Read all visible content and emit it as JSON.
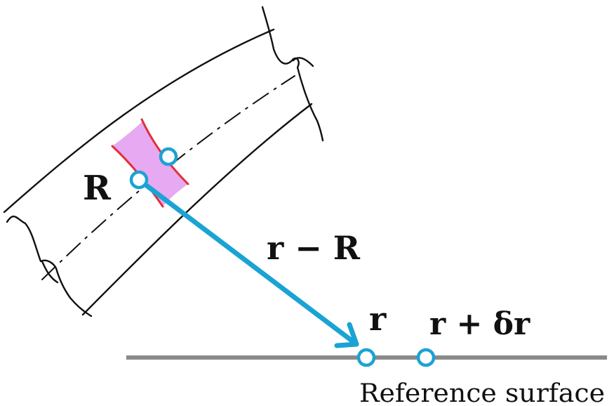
{
  "labels": {
    "point_R": "R",
    "vector": "r − R",
    "point_r": "r",
    "point_r_delta": "r + δr",
    "surface": "Reference surface"
  },
  "colors": {
    "vector_arrow": "#1aa3d4",
    "points": "#1aa3d4",
    "element_fill": "#e6a9f2",
    "element_edges": "#e0303a",
    "reference_surface": "#8a8a8a",
    "sketch_lines": "#111111"
  }
}
